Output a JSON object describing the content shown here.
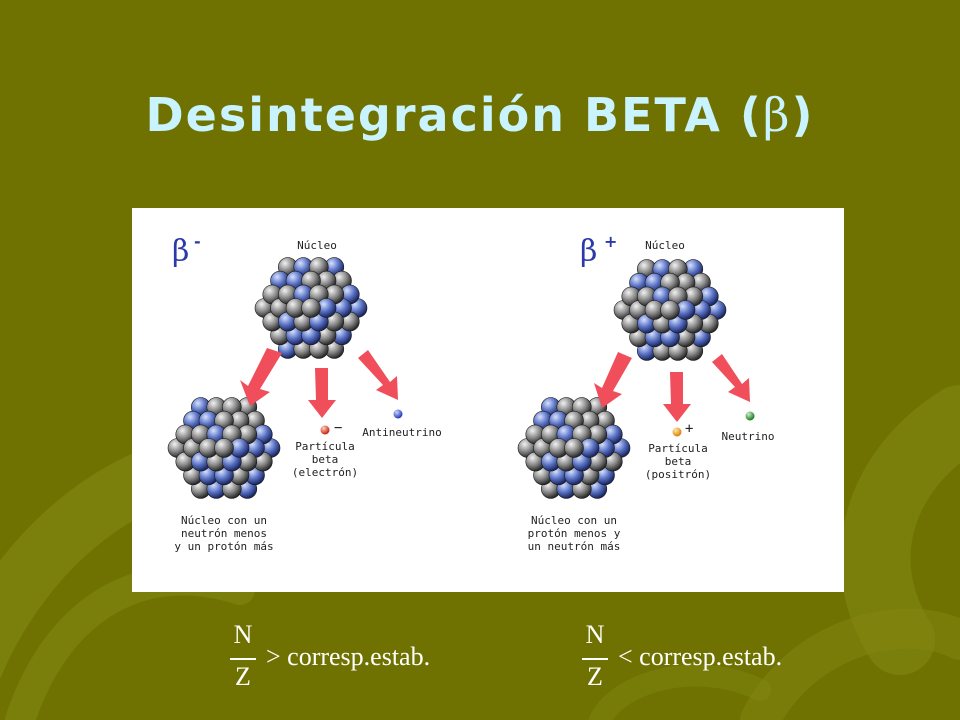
{
  "slide": {
    "title": "Desintegración BETA",
    "title_symbol": "β",
    "colors": {
      "background": "#6f7200",
      "title": "#c9f3ff",
      "arrow": "#f04e5a",
      "beta_label": "#2b3aa8"
    }
  },
  "beta_minus": {
    "symbol": "β",
    "sign": "-",
    "nucleus_label": "Núcleo",
    "particle_sign": "−",
    "particle_label": "Partícula\nbeta\n(electrón)",
    "neutrino_label": "Antineutrino",
    "result_label": "Núcleo con un\nneutrón menos\ny un protón más",
    "formula": {
      "numerator": "N",
      "denominator": "Z",
      "relation": "> corresp.estab."
    }
  },
  "beta_plus": {
    "symbol": "β",
    "sign": "+",
    "nucleus_label": "Núcleo",
    "particle_sign": "+",
    "particle_label": "Partícula\nbeta\n(positrón)",
    "neutrino_label": "Neutrino",
    "result_label": "Núcleo con un\nprotón menos y\nun neutrón más",
    "formula": {
      "numerator": "N",
      "denominator": "Z",
      "relation": "< corresp.estab."
    }
  }
}
